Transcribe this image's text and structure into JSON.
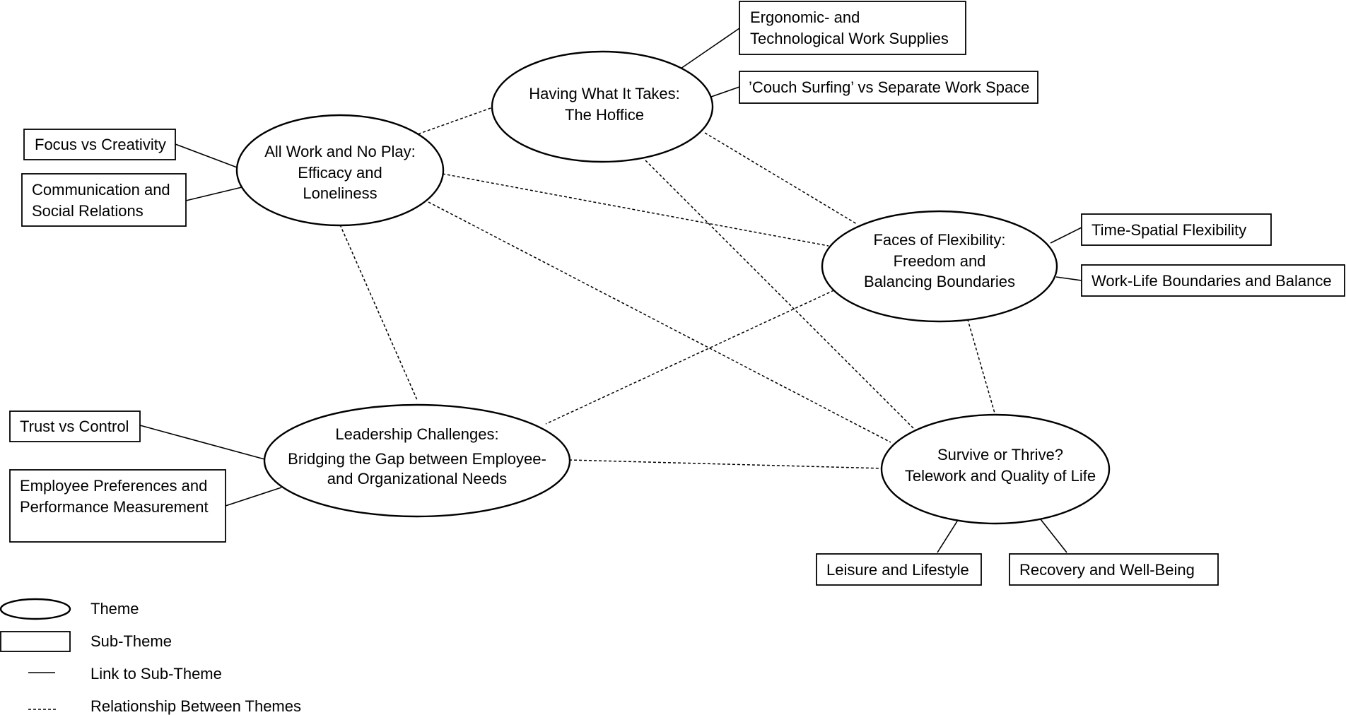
{
  "themes": {
    "work_no_play": {
      "line1": "All Work and No Play:",
      "line2": "Efficacy and",
      "line3": "Loneliness"
    },
    "hoffice": {
      "line1": "Having What It Takes:",
      "line2": "The Hoffice"
    },
    "flexibility": {
      "line1": "Faces of Flexibility:",
      "line2": "Freedom and",
      "line3": "Balancing Boundaries"
    },
    "leadership": {
      "line1": "Leadership Challenges:",
      "line2": "Bridging the Gap between Employee-",
      "line3": "and Organizational Needs"
    },
    "survive": {
      "line1": "Survive or Thrive?",
      "line2": "Telework and Quality of Life"
    }
  },
  "subthemes": {
    "ergonomic": {
      "line1": "Ergonomic- and",
      "line2": "Technological Work Supplies"
    },
    "couch": {
      "line1": "’Couch Surfing’ vs Separate Work Space"
    },
    "focus": {
      "line1": "Focus vs Creativity"
    },
    "communication": {
      "line1": "Communication and",
      "line2": "Social Relations"
    },
    "time_spatial": {
      "line1": "Time-Spatial Flexibility"
    },
    "work_life": {
      "line1": "Work-Life Boundaries and Balance"
    },
    "trust": {
      "line1": "Trust vs Control"
    },
    "employee_pref": {
      "line1": "Employee Preferences and",
      "line2": "Performance Measurement"
    },
    "leisure": {
      "line1": "Leisure and Lifestyle"
    },
    "recovery": {
      "line1": "Recovery and Well-Being"
    }
  },
  "legend": {
    "theme": "Theme",
    "subtheme": "Sub-Theme",
    "link": "Link to Sub-Theme",
    "relationship": "Relationship Between Themes"
  }
}
